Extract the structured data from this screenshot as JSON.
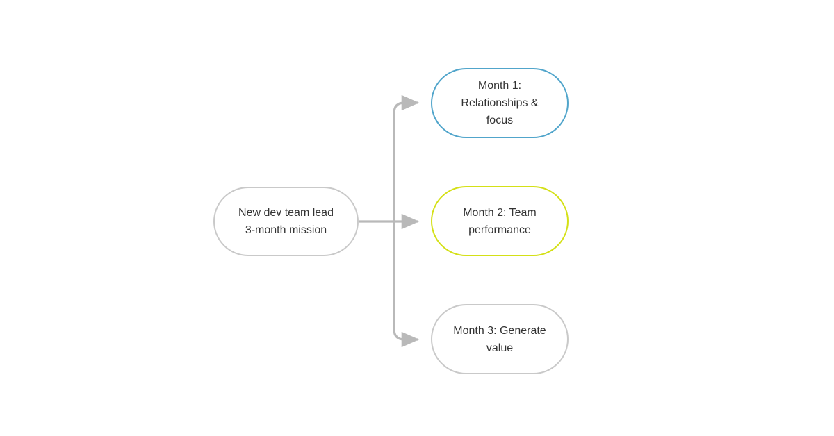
{
  "diagram": {
    "type": "mindmap-flowchart",
    "title": "New dev team lead 3-month mission",
    "background_color": "#ffffff",
    "edge_color": "#b9b9b9",
    "text_color": "#333333",
    "root": {
      "id": "root",
      "label": "New dev team lead\n3-month mission",
      "border_color": "#c9c9c9",
      "fill_color": "#ffffff"
    },
    "branches": [
      {
        "id": "month-1",
        "label": "Month 1:\nRelationships &\nfocus",
        "border_color": "#51a5cb",
        "fill_color": "#ffffff"
      },
      {
        "id": "month-2",
        "label": "Month 2: Team\nperformance",
        "border_color": "#d4e017",
        "fill_color": "#ffffff"
      },
      {
        "id": "month-3",
        "label": "Month 3: Generate\nvalue",
        "border_color": "#c9c9c9",
        "fill_color": "#ffffff"
      }
    ],
    "connectors": [
      {
        "id": "root-to-month-1",
        "from": "root",
        "to": "month-1",
        "arrow": "end"
      },
      {
        "id": "root-to-month-2",
        "from": "root",
        "to": "month-2",
        "arrow": "end"
      },
      {
        "id": "root-to-month-3",
        "from": "root",
        "to": "month-3",
        "arrow": "end"
      }
    ]
  }
}
